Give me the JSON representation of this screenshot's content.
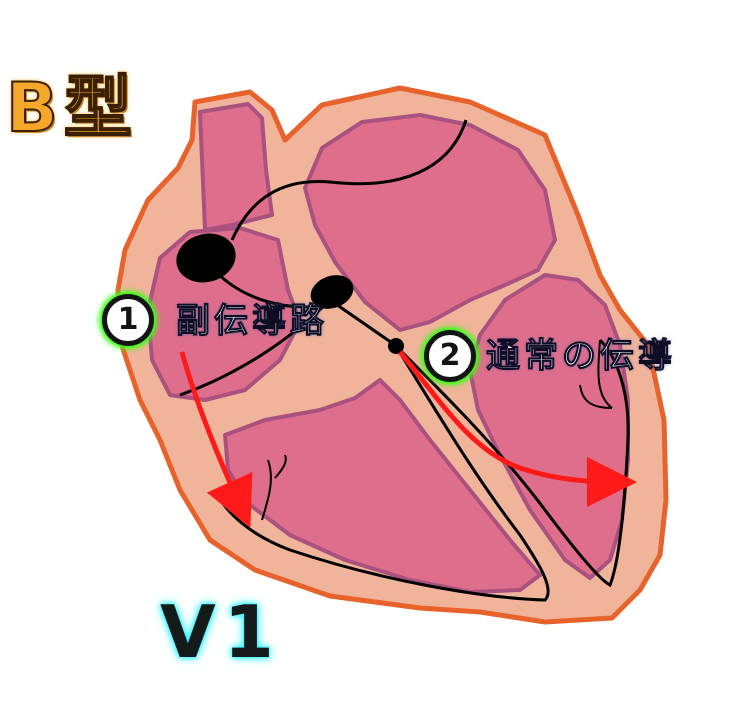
{
  "title": "B型",
  "lead": "V1",
  "paths": [
    {
      "number": "1",
      "label": "副伝導路"
    },
    {
      "number": "2",
      "label": "通常の伝導"
    }
  ],
  "colors": {
    "outer_wall": "#f0b49a",
    "outer_edge": "#e8622b",
    "chamber": "#de6e8c",
    "chamber_edge": "#a9527f",
    "arrow": "#ff1a1a",
    "title_glow": "#f5a72a",
    "lead_glow": "#29f2ff",
    "number_glow": "#39ff14"
  }
}
